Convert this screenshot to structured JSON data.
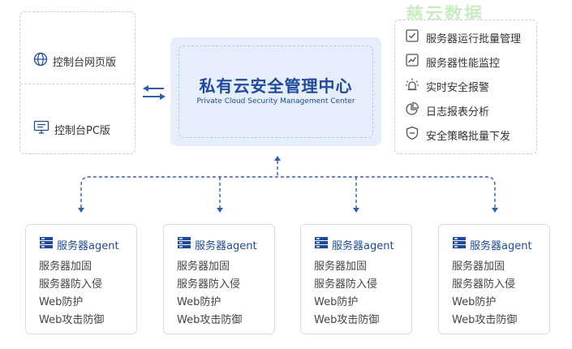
{
  "watermark": "慈云数据",
  "console": {
    "web_label": "控制台网页版",
    "pc_label": "控制台PC版"
  },
  "center": {
    "title": "私有云安全管理中心",
    "subtitle": "Private Cloud Security Management Center"
  },
  "features": [
    {
      "icon": "checklist-icon",
      "label": "服务器运行批量管理"
    },
    {
      "icon": "line-chart-icon",
      "label": "服务器性能监控"
    },
    {
      "icon": "alarm-icon",
      "label": "实时安全报警"
    },
    {
      "icon": "pie-chart-icon",
      "label": "日志报表分析"
    },
    {
      "icon": "shield-icon",
      "label": "安全策略批量下发"
    }
  ],
  "agents": [
    {
      "title": "服务器agent",
      "items": [
        "服务器加固",
        "服务器防入侵",
        "Web防护",
        "Web攻击防御"
      ]
    },
    {
      "title": "服务器agent",
      "items": [
        "服务器加固",
        "服务器防入侵",
        "Web防护",
        "Web攻击防御"
      ]
    },
    {
      "title": "服务器agent",
      "items": [
        "服务器加固",
        "服务器防入侵",
        "Web防护",
        "Web攻击防御"
      ]
    },
    {
      "title": "服务器agent",
      "items": [
        "服务器加固",
        "服务器防入侵",
        "Web防护",
        "Web攻击防御"
      ]
    }
  ],
  "colors": {
    "accent": "#1f4a9c",
    "center_bg": "#e6eefb",
    "connector": "#2f5fb0"
  }
}
